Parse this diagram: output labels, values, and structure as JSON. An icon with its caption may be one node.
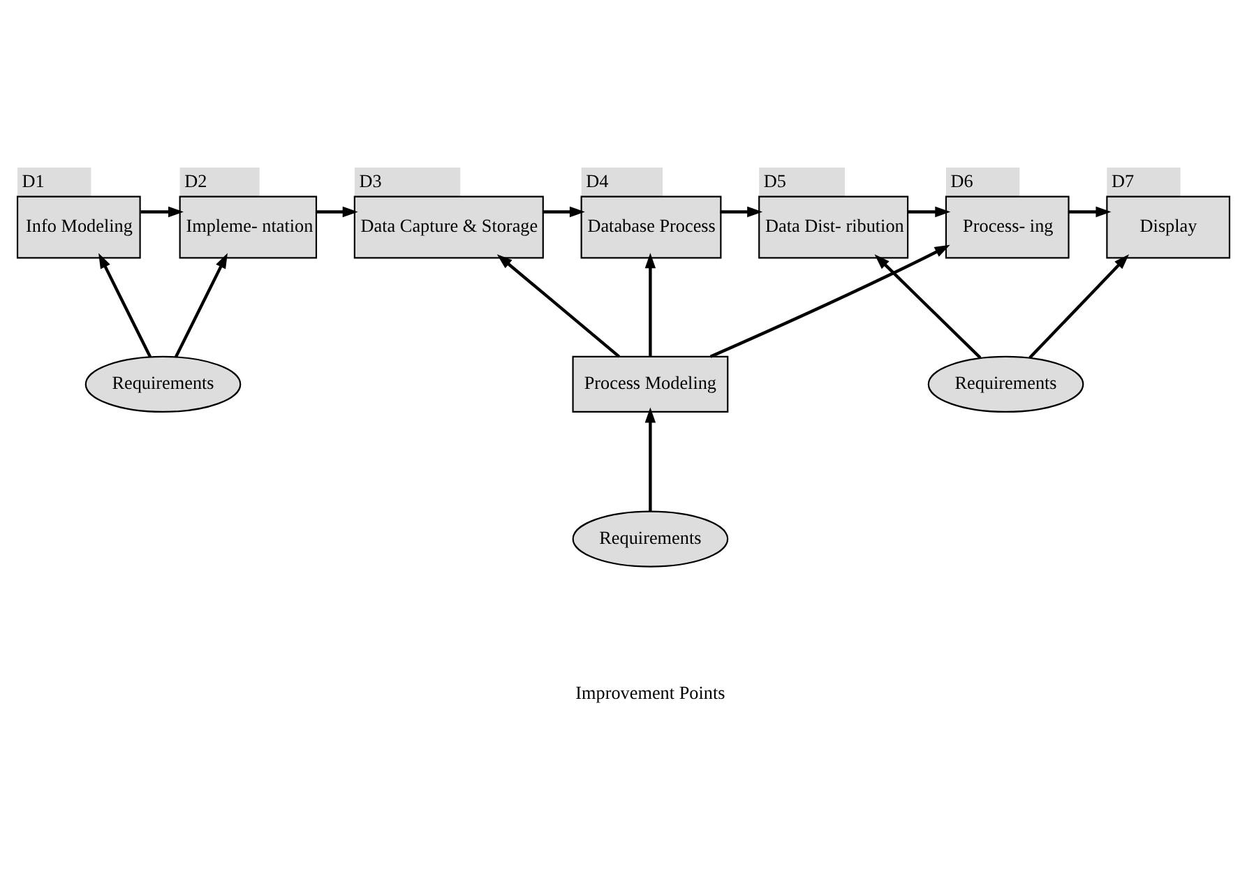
{
  "diagram": {
    "nodes": [
      {
        "text": [
          "D1",
          "Info Modeling"
        ]
      },
      {
        "text": [
          "D2",
          "Impleme- ntation"
        ]
      },
      {
        "text": [
          "D3",
          "Data Capture & Storage"
        ]
      },
      {
        "text": [
          "D4",
          "Database Process"
        ]
      },
      {
        "text": [
          "D5",
          "Data Dist- ribution"
        ]
      },
      {
        "text": [
          "D6",
          "Process- ing"
        ]
      },
      {
        "text": [
          "D7",
          "Display"
        ]
      },
      {
        "text": [
          "Requirements"
        ]
      },
      {
        "text": [
          "Requirements"
        ]
      },
      {
        "text": [
          "Process Modeling"
        ]
      },
      {
        "text": [
          "Requirements"
        ]
      }
    ],
    "edges": [
      {
        "from": 0,
        "to": 1,
        "arrow": "to"
      },
      {
        "from": 1,
        "to": 2,
        "arrow": "to"
      },
      {
        "from": 2,
        "to": 3,
        "arrow": "to"
      },
      {
        "from": 3,
        "to": 4,
        "arrow": "to"
      },
      {
        "from": 4,
        "to": 5,
        "arrow": "to"
      },
      {
        "from": 5,
        "to": 6,
        "arrow": "to"
      },
      {
        "from": 7,
        "to": 0,
        "arrow": "to"
      },
      {
        "from": 7,
        "to": 1,
        "arrow": "to"
      },
      {
        "from": 9,
        "to": 2,
        "arrow": "to"
      },
      {
        "from": 9,
        "to": 3,
        "arrow": "to"
      },
      {
        "from": 9,
        "to": 5,
        "arrow": "to"
      },
      {
        "from": 8,
        "to": 4,
        "arrow": "to"
      },
      {
        "from": 8,
        "to": 6,
        "arrow": "to"
      },
      {
        "from": 10,
        "to": 9,
        "arrow": "to"
      }
    ],
    "labels": [
      "Improvement Points"
    ]
  }
}
